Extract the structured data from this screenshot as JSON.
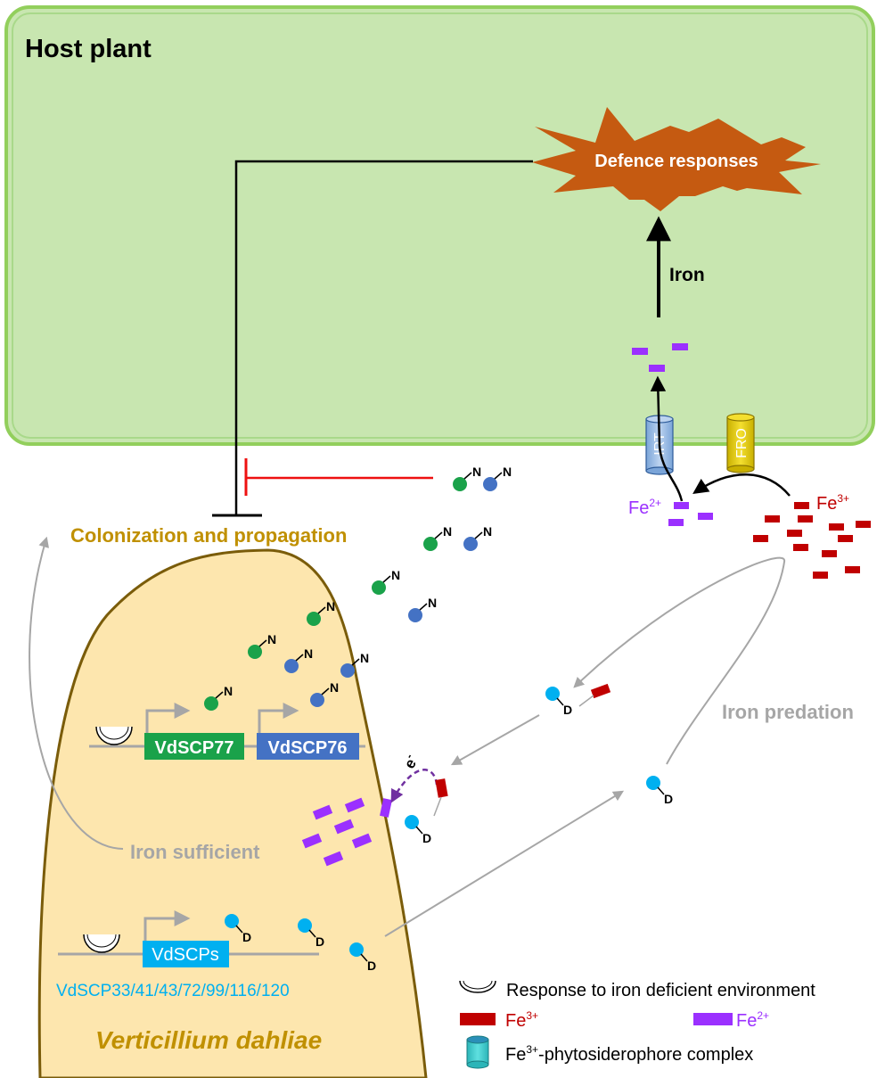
{
  "host": {
    "title": "Host plant"
  },
  "defence": {
    "label": "Defence responses"
  },
  "iron_arrow": {
    "label": "Iron"
  },
  "transporters": {
    "irt": "IRT",
    "fro": "FRO"
  },
  "ions": {
    "fe2_base": "Fe",
    "fe2_sup": "2+",
    "fe3_base": "Fe",
    "fe3_sup": "3+"
  },
  "colonization": {
    "label": "Colonization and propagation"
  },
  "fungus": {
    "name": "Verticillium dahliae"
  },
  "genes": {
    "scp77": "VdSCP77",
    "scp76": "VdSCP76",
    "scps": "VdSCPs",
    "scps_list": "VdSCP33/41/43/72/99/116/120"
  },
  "states": {
    "iron_sufficient": "Iron sufficient",
    "iron_predation": "Iron predation"
  },
  "markers": {
    "n": "N",
    "d": "D",
    "electron": "e",
    "electron_sup": "-"
  },
  "legend": {
    "response": "Response to iron deficient environment",
    "fe3_base": "Fe",
    "fe3_sup": "3+",
    "fe2_base": "Fe",
    "fe2_sup": "2+",
    "complex_base": "Fe",
    "complex_sup": "3+",
    "complex_rest": "-phytosiderophore complex"
  },
  "colors": {
    "plant_fill": "#c8e6b0",
    "plant_border": "#92cf5c",
    "defence": "#c55a11",
    "fungus_fill": "#fde6ae",
    "fungus_border": "#7a5c0a",
    "gold_text": "#c09000",
    "green_protein": "#1aa24a",
    "blue_protein": "#4472c4",
    "cyan": "#00b0f0",
    "fe3": "#c00000",
    "fe2": "#9b30ff",
    "gray": "#a6a6a6",
    "inhibit_red": "#ee1111"
  }
}
